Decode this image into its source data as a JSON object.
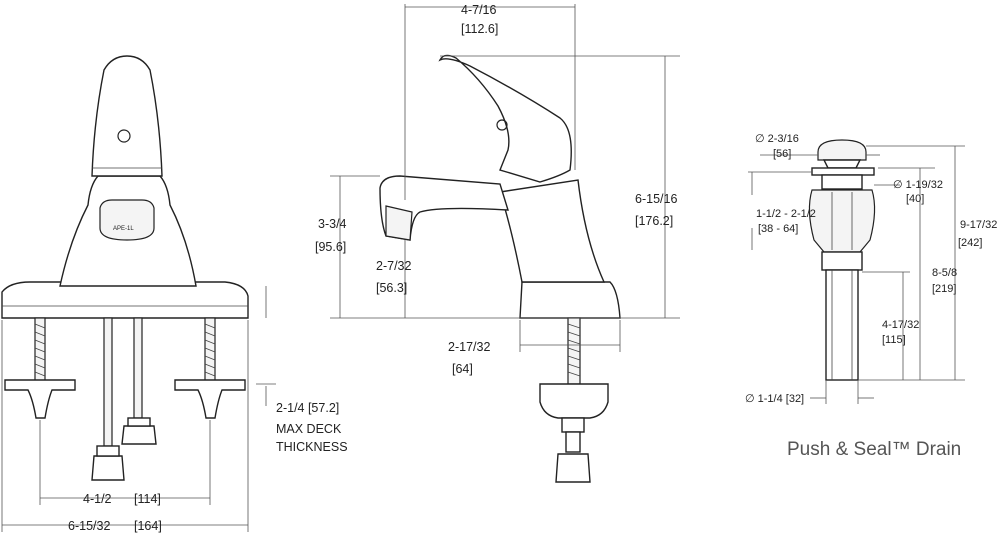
{
  "front_view": {
    "centers_dim": "4-1/2",
    "centers_dim_mm": "[114]",
    "overall_width_dim": "6-15/32",
    "overall_width_dim_mm": "[164]",
    "deck_thickness_dim": "2-1/4 [57.2]",
    "deck_thickness_line1": "MAX DECK",
    "deck_thickness_line2": "THICKNESS"
  },
  "side_view": {
    "handle_depth_dim": "4-7/16",
    "handle_depth_dim_mm": "[112.6]",
    "spout_height_dim": "3-3/4",
    "spout_height_dim_mm": "[95.6]",
    "aerator_height_dim": "2-7/32",
    "aerator_height_dim_mm": "[56.3]",
    "overall_height_dim": "6-15/16",
    "overall_height_dim_mm": "[176.2]",
    "base_depth_dim": "2-17/32",
    "base_depth_dim_mm": "[64]"
  },
  "drain_view": {
    "cap_diameter_dim": "∅ 2-3/16",
    "cap_diameter_dim_mm": "[56]",
    "flange_diameter_dim": "∅ 1-19/32",
    "flange_diameter_dim_mm": "[40]",
    "body_range_dim": "1-1/2 - 2-1/2",
    "body_range_dim_mm": "[38 - 64]",
    "overall_length_dim": "9-17/32",
    "overall_length_dim_mm": "[242]",
    "body_length_dim": "8-5/8",
    "body_length_dim_mm": "[219]",
    "tail_length_dim": "4-17/32",
    "tail_length_dim_mm": "[115]",
    "tail_diameter_dim": "∅ 1-1/4 [32]",
    "title": "Push & Seal™ Drain"
  }
}
